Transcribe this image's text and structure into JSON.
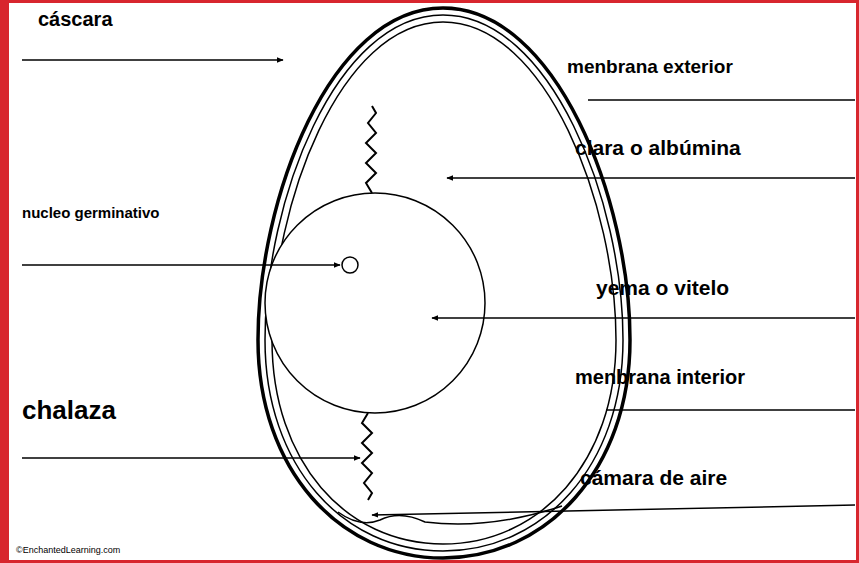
{
  "diagram": {
    "labels": [
      "cáscara",
      "menbrana exterior",
      "clara o albúmina",
      "nucleo germinativo",
      "yema o vitelo",
      "menbrana interior",
      "chalaza",
      "cámara de aire",
      "©EnchantedLearning.com"
    ]
  }
}
